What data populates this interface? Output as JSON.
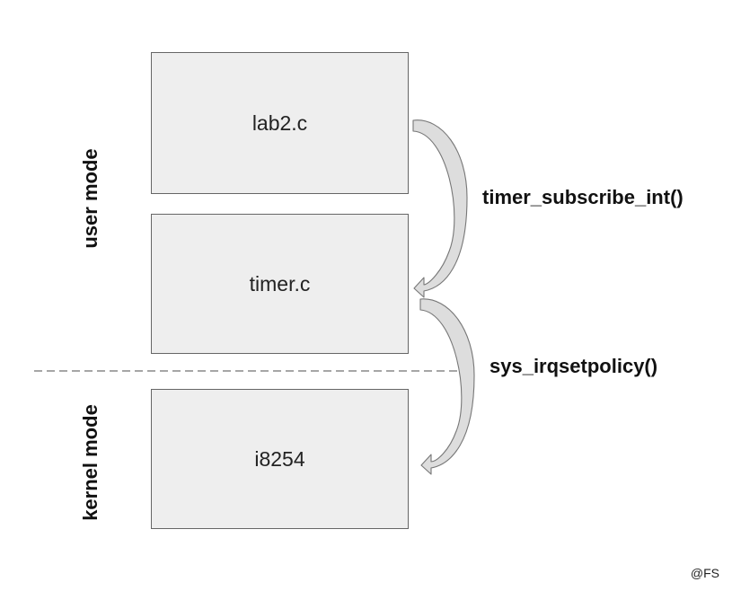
{
  "boxes": [
    {
      "label": "lab2.c"
    },
    {
      "label": "timer.c"
    },
    {
      "label": "i8254"
    }
  ],
  "calls": [
    {
      "label": "timer_subscribe_int()"
    },
    {
      "label": "sys_irqsetpolicy()"
    }
  ],
  "modes": {
    "user": "user mode",
    "kernel": "kernel mode"
  },
  "watermark": "@FS",
  "colors": {
    "box_fill": "#eeeeee",
    "box_border": "#666666",
    "arrow_fill": "#dddddd",
    "arrow_stroke": "#777777",
    "divider": "#888888"
  }
}
